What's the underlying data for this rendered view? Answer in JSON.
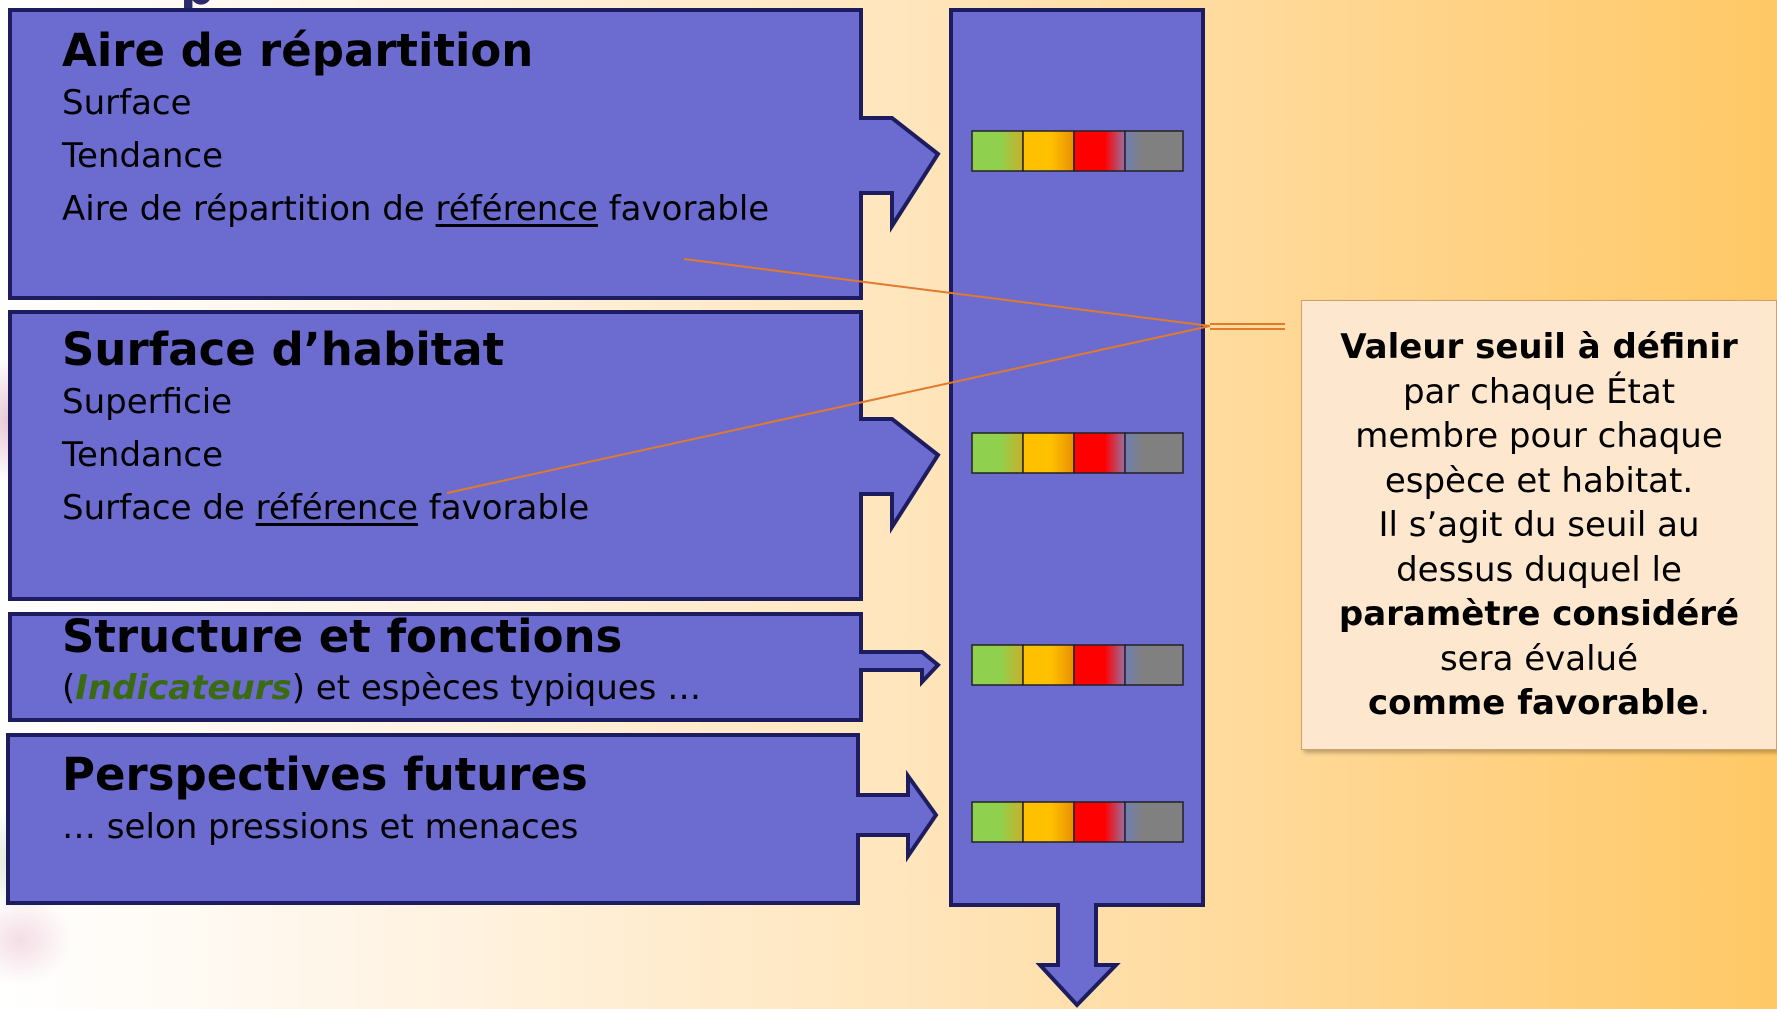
{
  "title_fragment": "p",
  "panels": [
    {
      "title": "Aire de répartition",
      "line1": "Surface",
      "line2": "Tendance",
      "line3_prefix": "Aire de répartition de ",
      "line3_underlined": "référence",
      "line3_suffix": " favorable"
    },
    {
      "title": "Surface d’habitat",
      "line1": "Superficie",
      "line2": "Tendance",
      "line3_prefix": "Surface de ",
      "line3_underlined": "référence",
      "line3_suffix": " favorable"
    },
    {
      "title": "Structure et fonctions",
      "line1_open": "(",
      "line1_italic": "Indicateurs",
      "line1_rest": ") et espèces typiques …"
    },
    {
      "title": "Perspectives futures",
      "line1": "… selon pressions et menaces"
    }
  ],
  "callout": {
    "bold1": "Valeur seuil à définir",
    "text1": "par chaque État",
    "text2": "membre pour chaque",
    "text3": "espèce et habitat.",
    "text4": "Il s’agit du seuil au",
    "text5": "dessus duquel le",
    "bold2": "paramètre considéré",
    "text6": "sera évalué",
    "bold3": "comme favorable",
    "period": "."
  },
  "colors": {
    "panel_fill": "#6b6bd0",
    "panel_border": "#1c1c5e",
    "scale": [
      "#8fd14f",
      "#ffc000",
      "#ff0000",
      "#808080"
    ],
    "connector": "#e07a2c"
  },
  "icons": [
    "arrow-right",
    "arrow-down",
    "traffic-light-scale"
  ]
}
